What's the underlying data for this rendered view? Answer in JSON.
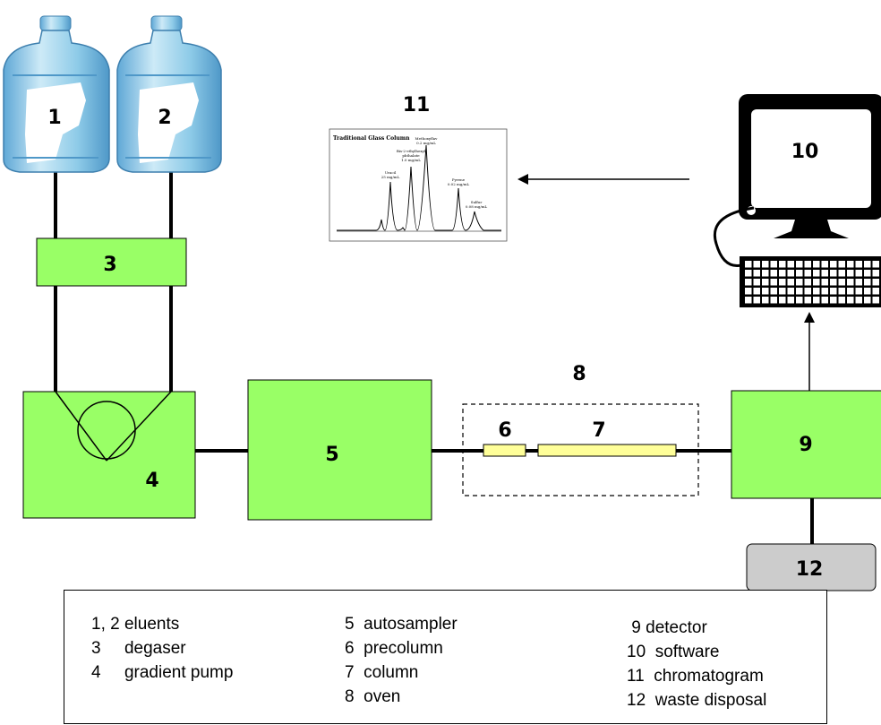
{
  "components": {
    "eluent_1": "1",
    "eluent_2": "2",
    "degaser": "3",
    "gradient_pump": "4",
    "autosampler": "5",
    "precolumn": "6",
    "column": "7",
    "oven": "8",
    "detector": "9",
    "software": "10",
    "chromatogram": "11",
    "waste_disposal": "12"
  },
  "chromatogram": {
    "title": "Traditional Glass Column",
    "peaks": [
      {
        "label": "Uracil\n25 mg/mL"
      },
      {
        "label": "Bis-2-ethylhexyl\nphthalate\n1.0 mg/mL"
      },
      {
        "label": "Methoxyflav\n0.2 mg/mL"
      },
      {
        "label": "Pyrene\n0.02 mg/mL"
      },
      {
        "label": "Sulfur\n0.08 mg/mL"
      }
    ]
  },
  "legend": {
    "col1": [
      "1, 2 eluents",
      "3     degaser",
      "4     gradient pump"
    ],
    "col2": [
      "5  autosampler",
      "6  precolumn",
      "7  column",
      "8  oven"
    ],
    "col3": [
      " 9 detector",
      "10  software",
      "11  chromatogram",
      "12  waste disposal"
    ]
  },
  "colors": {
    "module_green": "#99ff66",
    "column_yellow": "#ffff99",
    "waste_gray": "#cccccc",
    "bottle_blue": "#8ecbe8"
  }
}
